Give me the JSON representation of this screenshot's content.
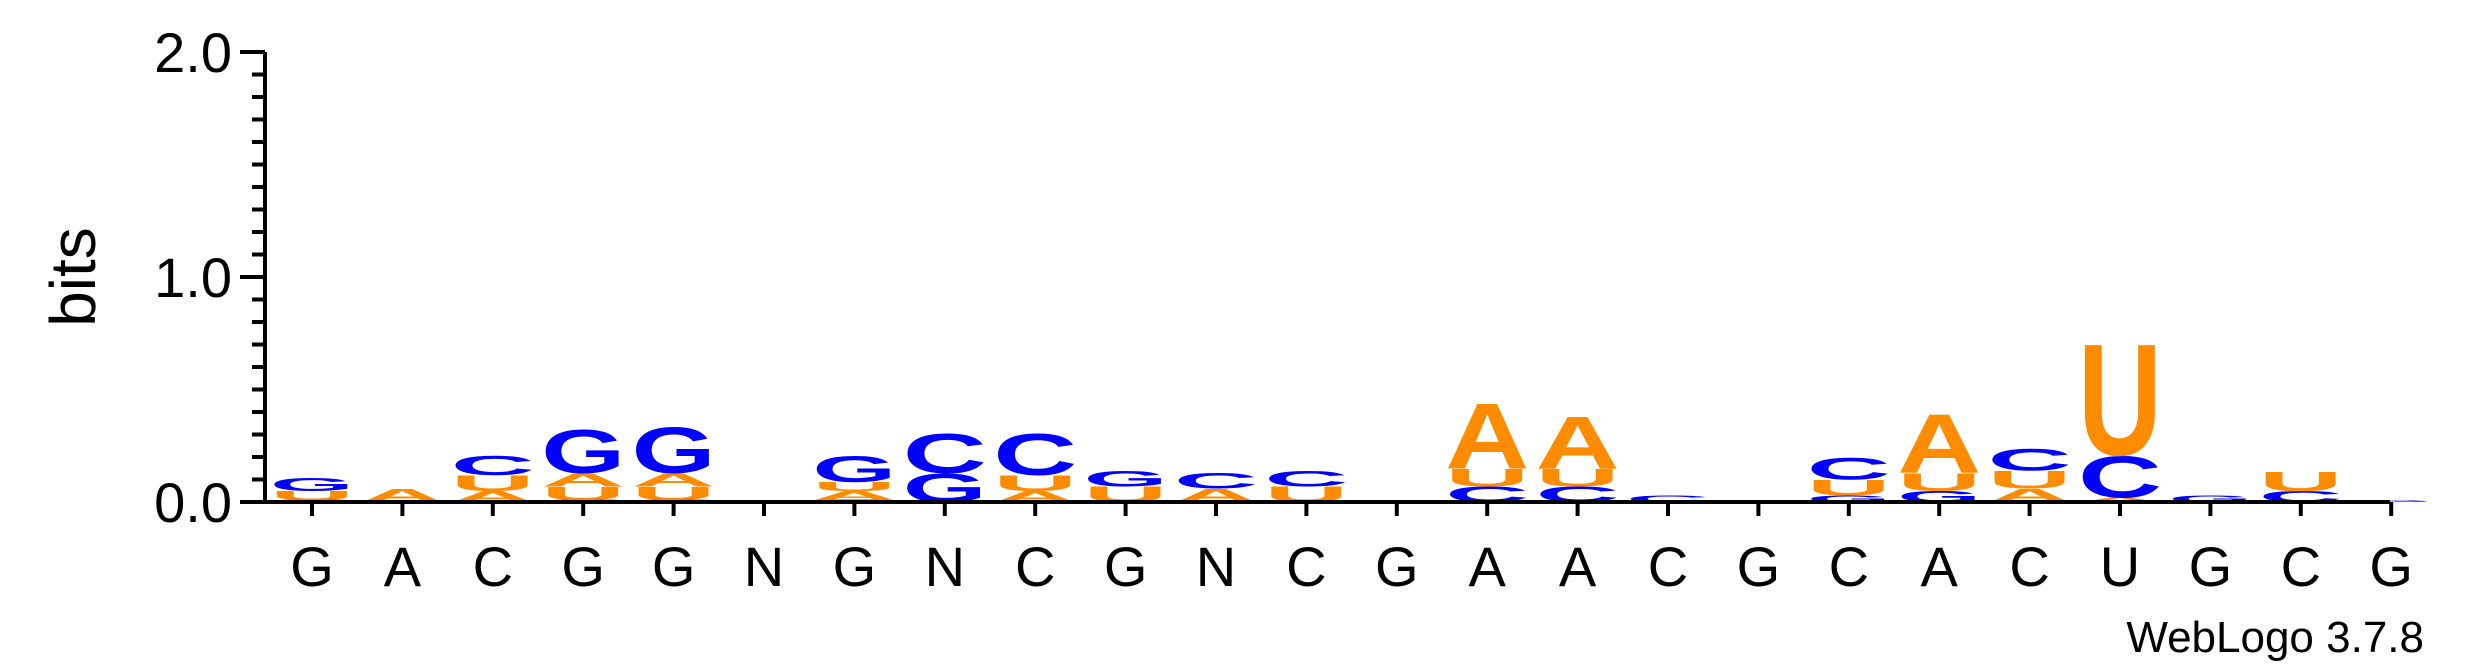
{
  "chart_data": {
    "type": "sequence_logo",
    "ylabel": "bits",
    "ylim": [
      0,
      2.0
    ],
    "yticks": [
      "0.0",
      "1.0",
      "2.0"
    ],
    "credit": "WebLogo 3.7.8",
    "colors": {
      "A": "#ff8c00",
      "U": "#ff8c00",
      "C": "#0000ff",
      "G": "#0000ff"
    },
    "positions": [
      {
        "label": "G",
        "stack": [
          {
            "letter": "C",
            "bits": 0.01
          },
          {
            "letter": "U",
            "bits": 0.04
          },
          {
            "letter": "G",
            "bits": 0.06
          }
        ]
      },
      {
        "label": "A",
        "stack": [
          {
            "letter": "A",
            "bits": 0.06
          }
        ]
      },
      {
        "label": "C",
        "stack": [
          {
            "letter": "A",
            "bits": 0.05
          },
          {
            "letter": "U",
            "bits": 0.07
          },
          {
            "letter": "C",
            "bits": 0.09
          }
        ]
      },
      {
        "label": "G",
        "stack": [
          {
            "letter": "C",
            "bits": 0.01
          },
          {
            "letter": "U",
            "bits": 0.06
          },
          {
            "letter": "A",
            "bits": 0.06
          },
          {
            "letter": "G",
            "bits": 0.2
          }
        ]
      },
      {
        "label": "G",
        "stack": [
          {
            "letter": "C",
            "bits": 0.01
          },
          {
            "letter": "U",
            "bits": 0.06
          },
          {
            "letter": "A",
            "bits": 0.06
          },
          {
            "letter": "G",
            "bits": 0.21
          }
        ]
      },
      {
        "label": "N",
        "stack": []
      },
      {
        "label": "G",
        "stack": [
          {
            "letter": "C",
            "bits": 0.01
          },
          {
            "letter": "A",
            "bits": 0.04
          },
          {
            "letter": "U",
            "bits": 0.04
          },
          {
            "letter": "G",
            "bits": 0.12
          }
        ]
      },
      {
        "label": "N",
        "stack": [
          {
            "letter": "G",
            "bits": 0.13
          },
          {
            "letter": "C",
            "bits": 0.18
          }
        ]
      },
      {
        "label": "C",
        "stack": [
          {
            "letter": "A",
            "bits": 0.05
          },
          {
            "letter": "U",
            "bits": 0.07
          },
          {
            "letter": "C",
            "bits": 0.19
          }
        ]
      },
      {
        "label": "G",
        "stack": [
          {
            "letter": "U",
            "bits": 0.07
          },
          {
            "letter": "G",
            "bits": 0.07
          }
        ]
      },
      {
        "label": "N",
        "stack": [
          {
            "letter": "A",
            "bits": 0.06
          },
          {
            "letter": "C",
            "bits": 0.07
          }
        ]
      },
      {
        "label": "C",
        "stack": [
          {
            "letter": "U",
            "bits": 0.07
          },
          {
            "letter": "C",
            "bits": 0.07
          }
        ]
      },
      {
        "label": "G",
        "stack": []
      },
      {
        "label": "A",
        "stack": [
          {
            "letter": "C",
            "bits": 0.07
          },
          {
            "letter": "U",
            "bits": 0.08
          },
          {
            "letter": "A",
            "bits": 0.3
          }
        ]
      },
      {
        "label": "A",
        "stack": [
          {
            "letter": "C",
            "bits": 0.07
          },
          {
            "letter": "U",
            "bits": 0.08
          },
          {
            "letter": "A",
            "bits": 0.24
          }
        ]
      },
      {
        "label": "C",
        "stack": [
          {
            "letter": "C",
            "bits": 0.03
          }
        ]
      },
      {
        "label": "G",
        "stack": []
      },
      {
        "label": "C",
        "stack": [
          {
            "letter": "G",
            "bits": 0.03
          },
          {
            "letter": "U",
            "bits": 0.07
          },
          {
            "letter": "C",
            "bits": 0.1
          }
        ]
      },
      {
        "label": "A",
        "stack": [
          {
            "letter": "G",
            "bits": 0.05
          },
          {
            "letter": "U",
            "bits": 0.08
          },
          {
            "letter": "A",
            "bits": 0.27
          }
        ]
      },
      {
        "label": "C",
        "stack": [
          {
            "letter": "A",
            "bits": 0.06
          },
          {
            "letter": "U",
            "bits": 0.08
          },
          {
            "letter": "C",
            "bits": 0.1
          }
        ]
      },
      {
        "label": "U",
        "stack": [
          {
            "letter": "A",
            "bits": 0.02
          },
          {
            "letter": "C",
            "bits": 0.19
          },
          {
            "letter": "U",
            "bits": 0.51
          }
        ]
      },
      {
        "label": "G",
        "stack": [
          {
            "letter": "G",
            "bits": 0.03
          }
        ]
      },
      {
        "label": "C",
        "stack": [
          {
            "letter": "C",
            "bits": 0.05
          },
          {
            "letter": "U",
            "bits": 0.09
          }
        ]
      },
      {
        "label": "G",
        "stack": [
          {
            "letter": "G",
            "bits": 0.01
          }
        ]
      }
    ]
  }
}
